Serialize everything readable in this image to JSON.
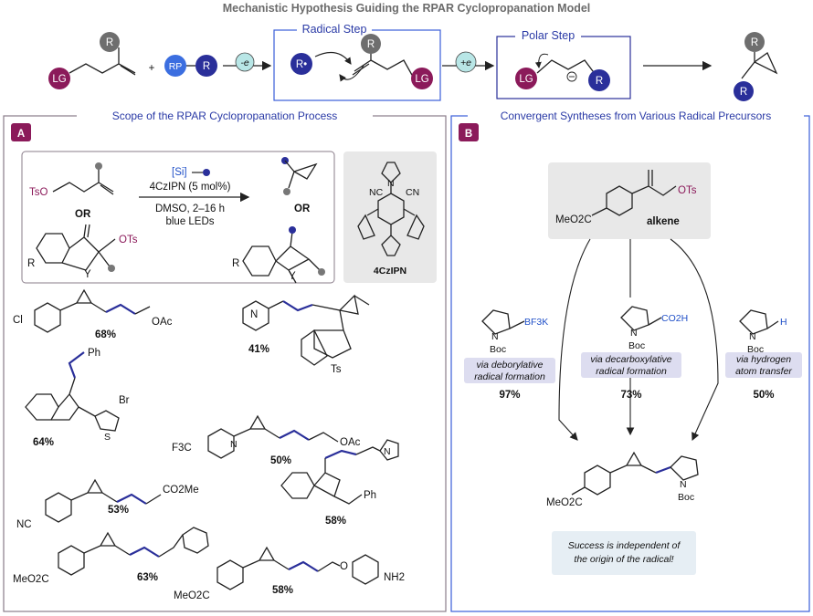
{
  "title": "Mechanistic Hypothesis Guiding the RPAR Cyclopropanation Model",
  "mechanism": {
    "substrate_r": "R",
    "substrate_lg": "LG",
    "plus": "+",
    "rp": "RP",
    "rp_r": "R",
    "oxidation": "-e",
    "radical_step_title": "Radical Step",
    "radical": "R•",
    "radical_lg": "LG",
    "radical_r": "R",
    "reduction": "+e",
    "polar_step_title": "Polar Step",
    "polar_lg": "LG",
    "polar_r": "R",
    "product_r_top": "R",
    "product_r_bottom": "R"
  },
  "panel_a": {
    "badge": "A",
    "title": "Scope of the RPAR Cyclopropanation Process",
    "scheme": {
      "ts": "TsO",
      "or1": "OR",
      "reagent": "[Si]",
      "catalyst": "4CzIPN (5 mol%)",
      "solvent": "DMSO, 2–16 h",
      "light": "blue LEDs",
      "or2": "OR",
      "r_sub": "R",
      "y_sub": "Y",
      "ots": "OTs",
      "r_prod": "R",
      "y_prod": "Y"
    },
    "catalyst_box": {
      "name": "4CzIPN",
      "cn1": "NC",
      "cn2": "CN",
      "n": "N"
    },
    "products": [
      {
        "label": "Cl",
        "sub": "OAc",
        "yield": "68%"
      },
      {
        "label": "N",
        "sub": "Ts",
        "yield": "41%"
      },
      {
        "label": "Ph",
        "sub": "Br",
        "sub2": "S",
        "yield": "64%"
      },
      {
        "label": "F3C",
        "sub": "OAc",
        "sub2": "N",
        "yield": "50%"
      },
      {
        "label": "N",
        "sub": "Ph",
        "yield": "58%"
      },
      {
        "label": "NC",
        "sub": "CO2Me",
        "yield": "53%"
      },
      {
        "label": "MeO2C",
        "yield": "63%"
      },
      {
        "label": "MeO2C",
        "sub": "O",
        "sub2": "NH2",
        "yield": "58%"
      }
    ]
  },
  "panel_b": {
    "badge": "B",
    "title": "Convergent Syntheses from Various Radical Precursors",
    "alkene_ester": "MeO2C",
    "alkene_ots": "OTs",
    "alkene_label": "alkene",
    "precursors": [
      {
        "group": "BF3K",
        "n": "N",
        "boc": "Boc",
        "label_line1": "via deborylative",
        "label_line2": "radical formation",
        "yield": "97%"
      },
      {
        "group": "CO2H",
        "n": "N",
        "boc": "Boc",
        "label_line1": "via decarboxylative",
        "label_line2": "radical formation",
        "yield": "73%"
      },
      {
        "group": "H",
        "n": "N",
        "boc": "Boc",
        "label_line1": "via hydrogen",
        "label_line2": "atom transfer",
        "yield": "50%"
      }
    ],
    "product_ester": "MeO2C",
    "product_n": "N",
    "product_boc": "Boc",
    "success_line1": "Success is independent of",
    "success_line2": "the origin of the radical!"
  },
  "colors": {
    "maroon": "#8b1a5a",
    "navy": "#2a2f9a",
    "grey_circle": "#6e6e6e",
    "blue_rp": "#3b6ee0",
    "frame_a": "#8a7d8a",
    "frame_b": "#3a5ed8"
  }
}
